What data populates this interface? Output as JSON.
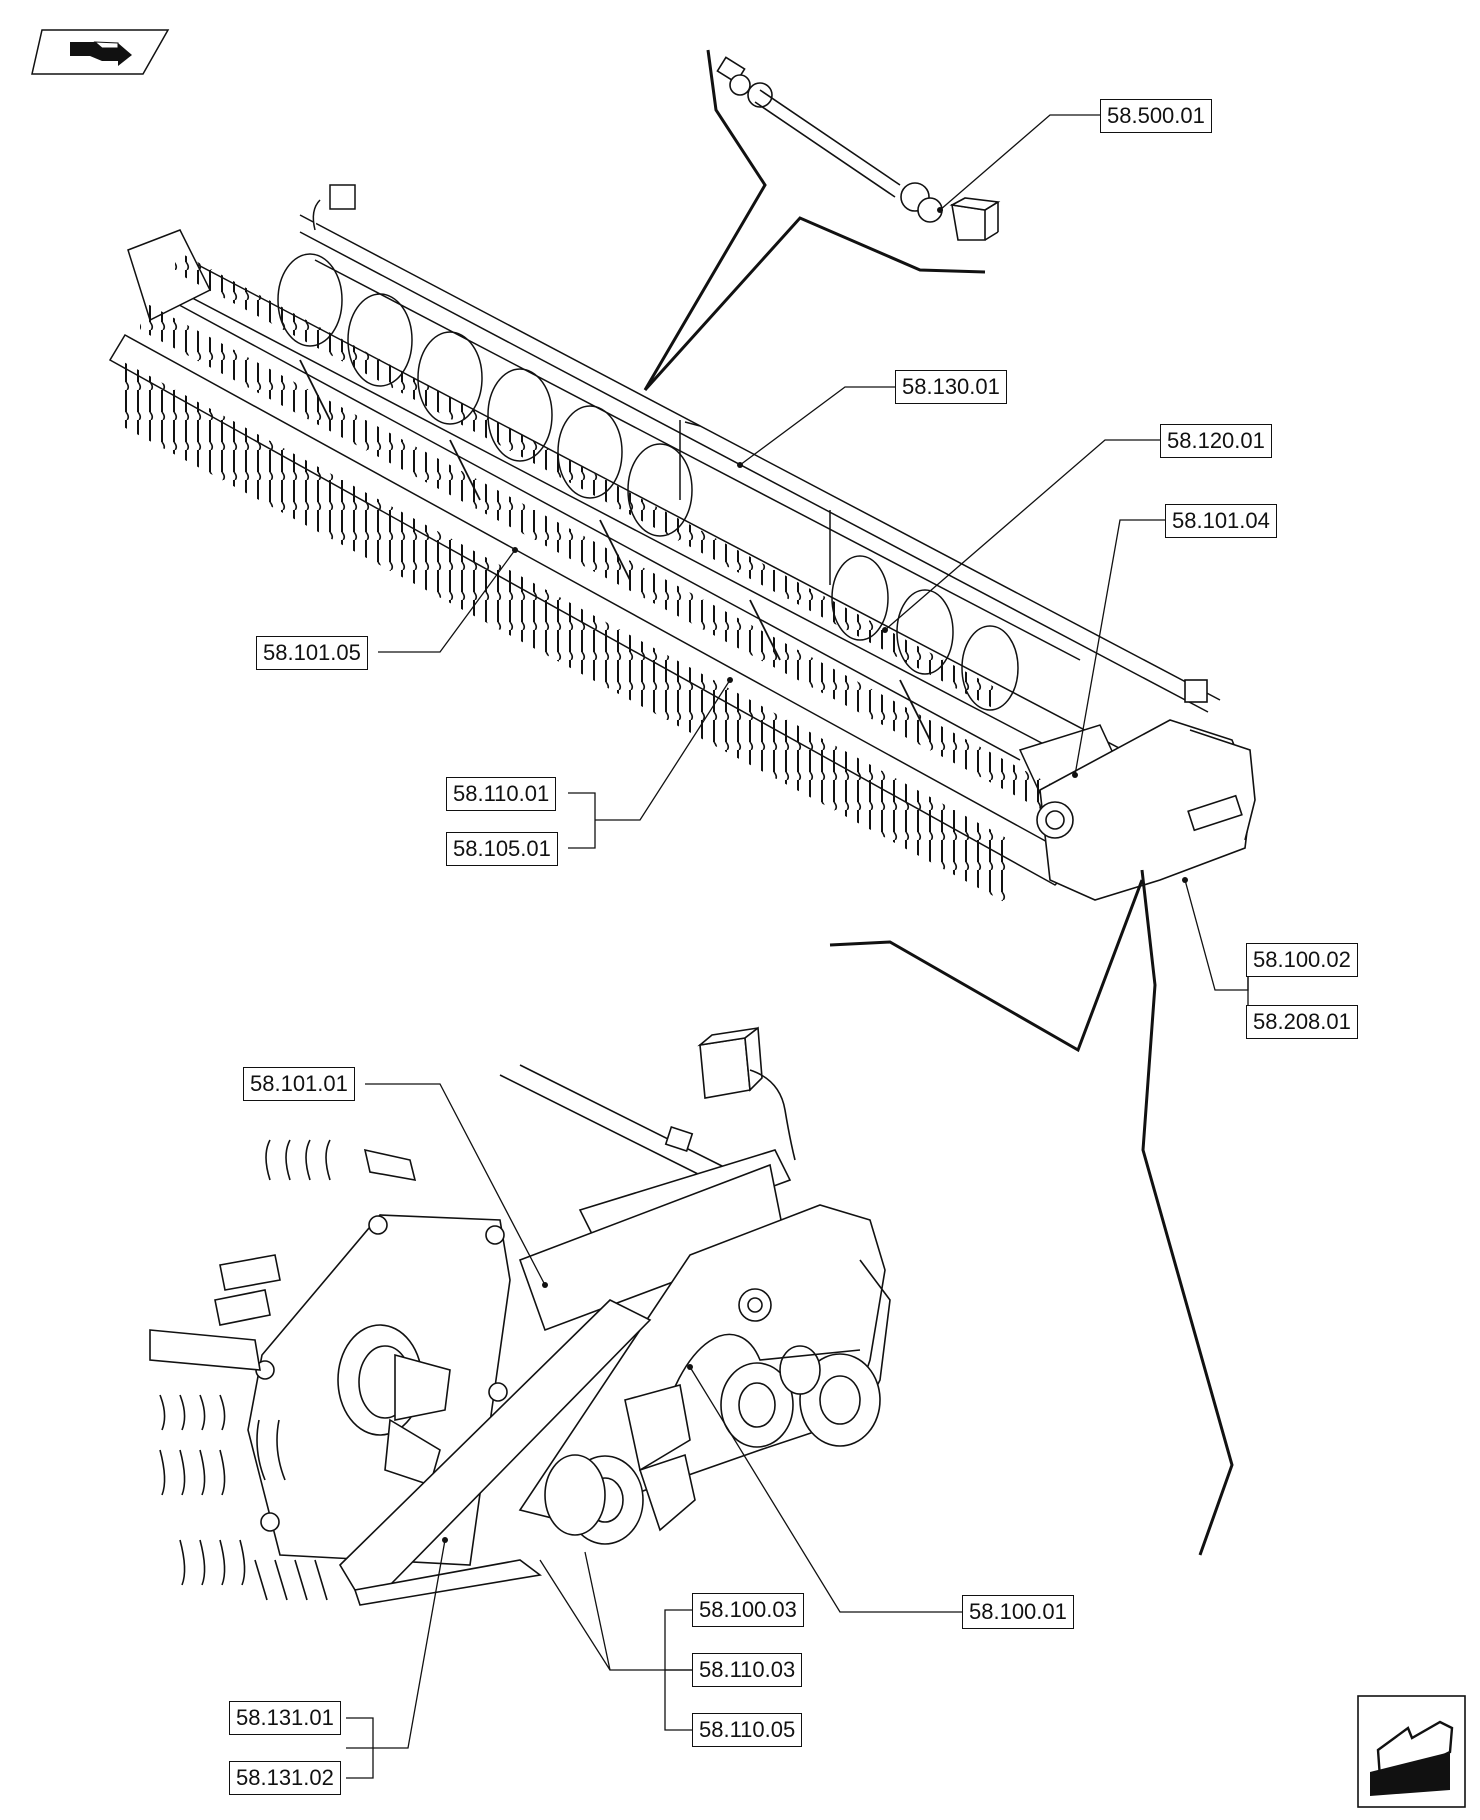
{
  "callouts": {
    "c_58_500_01": "58.500.01",
    "c_58_130_01": "58.130.01",
    "c_58_120_01": "58.120.01",
    "c_58_101_04": "58.101.04",
    "c_58_101_05": "58.101.05",
    "c_58_110_01": "58.110.01",
    "c_58_105_01": "58.105.01",
    "c_58_100_02": "58.100.02",
    "c_58_208_01": "58.208.01",
    "c_58_101_01": "58.101.01",
    "c_58_100_03": "58.100.03",
    "c_58_110_03": "58.110.03",
    "c_58_110_05": "58.110.05",
    "c_58_100_01": "58.100.01",
    "c_58_131_01": "58.131.01",
    "c_58_131_02": "58.131.02"
  },
  "icons": {
    "top_left": "next-page-arrow-icon",
    "bottom_right": "previous-page-arrow-icon"
  },
  "colors": {
    "ink": "#111111",
    "paper": "#ffffff"
  }
}
